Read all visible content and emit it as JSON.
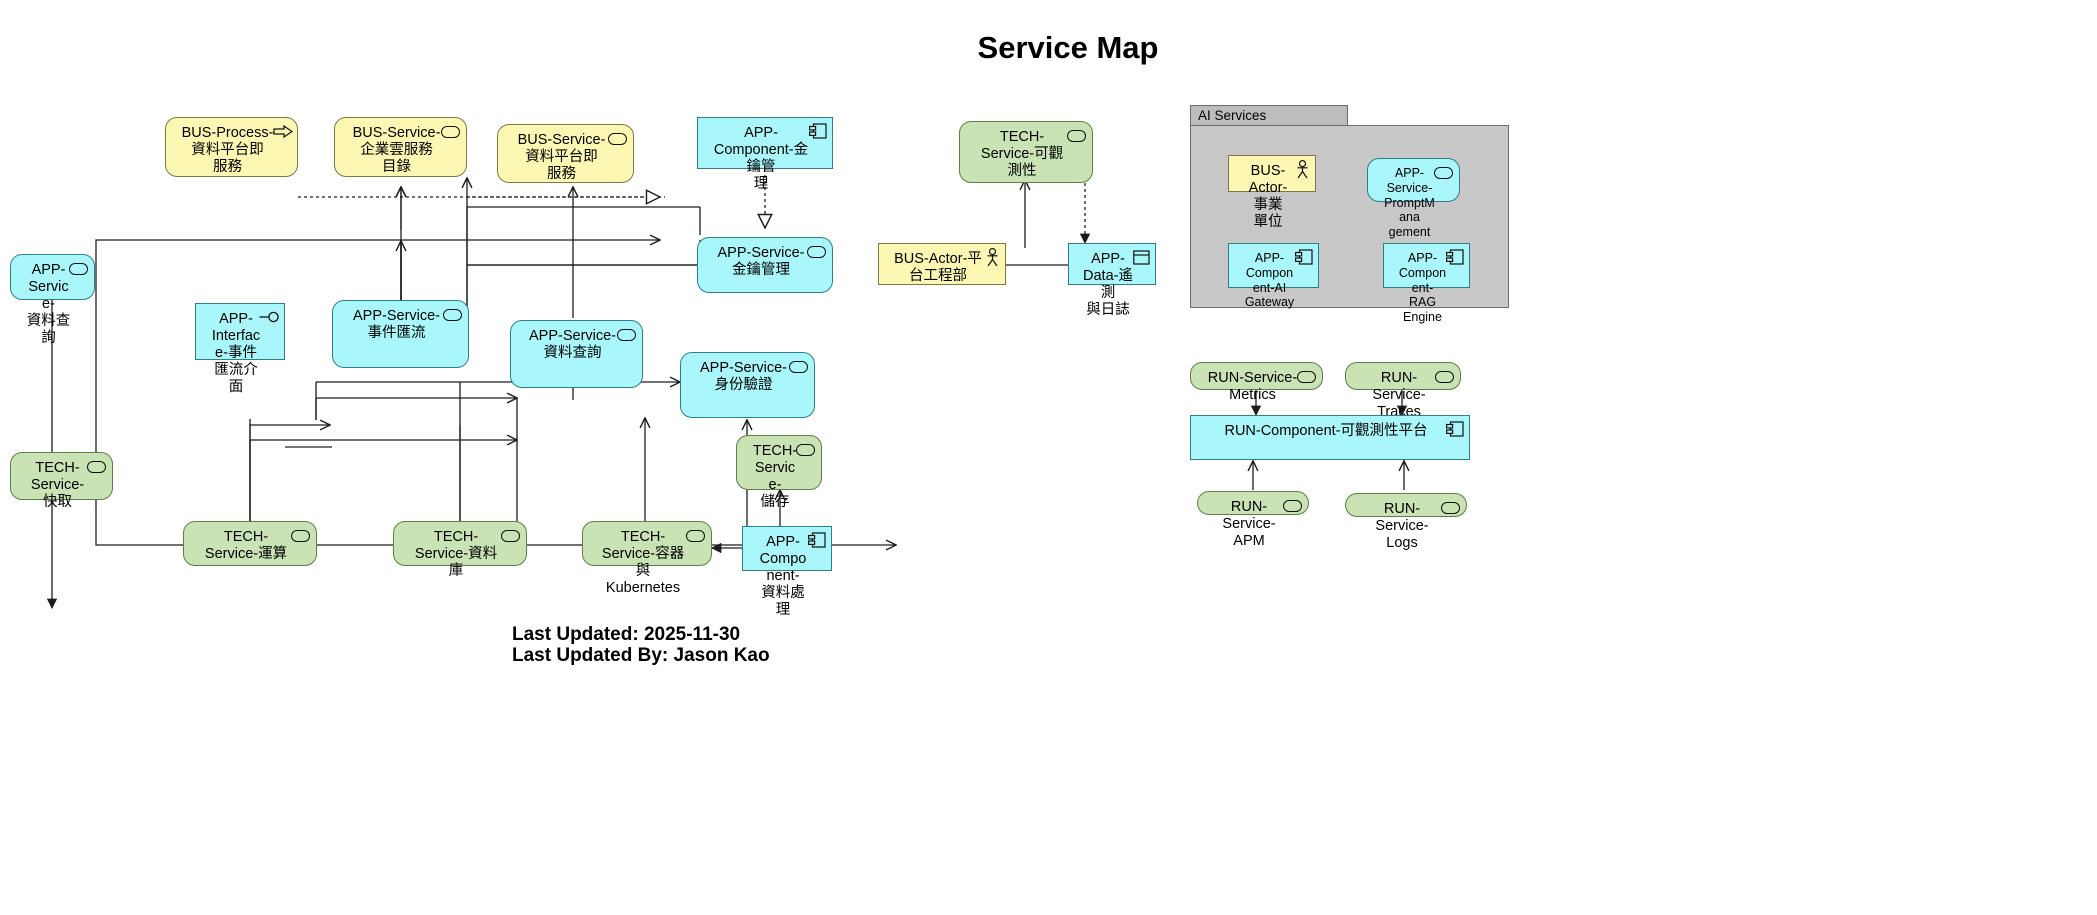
{
  "page": {
    "title": "Service Map",
    "footer": [
      "Last Updated: 2025-11-30",
      "Last Updated By: Jason Kao"
    ]
  },
  "colors": {
    "business_layer": "#fcf8b4",
    "application_layer": "#aaf7fb",
    "technology_layer": "#c9e3b4",
    "grouping": "#c8c8c8",
    "stroke": "#2b2b2b"
  },
  "groups": [
    {
      "id": "grp-ai",
      "label": "AI Services"
    }
  ],
  "nodes": [
    {
      "id": "n-bus-process-dpaas",
      "label": "BUS-Process-資料平台即\n服務",
      "layer": "business",
      "shape": "rounded",
      "glyph": "process-icon"
    },
    {
      "id": "n-bus-svc-catalog",
      "label": "BUS-Service-企業雲服務\n目錄",
      "layer": "business",
      "shape": "rounded",
      "glyph": "service-icon"
    },
    {
      "id": "n-bus-svc-dpaas",
      "label": "BUS-Service-資料平台即\n服務",
      "layer": "business",
      "shape": "rounded",
      "glyph": "service-icon"
    },
    {
      "id": "n-app-svc-dataquery-l",
      "label": "APP-Service-\n資料查詢",
      "layer": "application",
      "shape": "rounded",
      "glyph": "service-icon"
    },
    {
      "id": "n-app-iface-event",
      "label": "APP-\nInterface-事件\n匯流介面",
      "layer": "application",
      "shape": "sharp",
      "glyph": "interface-icon"
    },
    {
      "id": "n-app-svc-eventbus",
      "label": "APP-Service-事件匯流",
      "layer": "application",
      "shape": "rounded",
      "glyph": "service-icon"
    },
    {
      "id": "n-app-svc-dataquery",
      "label": "APP-Service-資料查詢",
      "layer": "application",
      "shape": "rounded",
      "glyph": "service-icon"
    },
    {
      "id": "n-app-comp-key",
      "label": "APP-Component-金鑰管\n理",
      "layer": "application",
      "shape": "sharp",
      "glyph": "component-icon"
    },
    {
      "id": "n-app-svc-key",
      "label": "APP-Service-金鑰管理",
      "layer": "application",
      "shape": "rounded",
      "glyph": "service-icon"
    },
    {
      "id": "n-app-svc-authn",
      "label": "APP-Service-身份驗證",
      "layer": "application",
      "shape": "rounded",
      "glyph": "service-icon"
    },
    {
      "id": "n-tech-svc-cache",
      "label": "TECH-Service-快取",
      "layer": "technology",
      "shape": "rounded",
      "glyph": "service-icon"
    },
    {
      "id": "n-tech-svc-compute",
      "label": "TECH-Service-運算",
      "layer": "technology",
      "shape": "rounded",
      "glyph": "service-icon"
    },
    {
      "id": "n-tech-svc-db",
      "label": "TECH-Service-資料庫",
      "layer": "technology",
      "shape": "rounded",
      "glyph": "service-icon"
    },
    {
      "id": "n-tech-svc-k8s",
      "label": "TECH-Service-容器與\nKubernetes",
      "layer": "technology",
      "shape": "rounded",
      "glyph": "service-icon"
    },
    {
      "id": "n-tech-svc-storage",
      "label": "TECH-Service-\n儲存",
      "layer": "technology",
      "shape": "rounded",
      "glyph": "service-icon"
    },
    {
      "id": "n-app-comp-dataproc",
      "label": "APP-\nComponent-\n資料處理",
      "layer": "application",
      "shape": "sharp",
      "glyph": "component-icon"
    },
    {
      "id": "n-tech-svc-observ",
      "label": "TECH-Service-可觀測性",
      "layer": "technology",
      "shape": "rounded",
      "glyph": "service-icon"
    },
    {
      "id": "n-bus-actor-platform",
      "label": "BUS-Actor-平台工程部",
      "layer": "business",
      "shape": "sharp",
      "glyph": "actor-icon"
    },
    {
      "id": "n-app-data-telemetry",
      "label": "APP-Data-遙測\n與日誌",
      "layer": "application",
      "shape": "sharp",
      "glyph": "data-icon"
    },
    {
      "id": "n-bus-actor-bu",
      "label": "BUS-Actor-事業\n單位",
      "layer": "business",
      "shape": "sharp",
      "glyph": "actor-icon"
    },
    {
      "id": "n-app-svc-prompt",
      "label": "APP-Service-\nPromptMana\ngement",
      "layer": "application",
      "shape": "rounded",
      "glyph": "service-icon"
    },
    {
      "id": "n-app-comp-aigw",
      "label": "APP-\nComponent-AI\nGateway",
      "layer": "application",
      "shape": "sharp",
      "glyph": "component-icon"
    },
    {
      "id": "n-app-comp-rag",
      "label": "APP-\nComponent-\nRAG Engine",
      "layer": "application",
      "shape": "sharp",
      "glyph": "component-icon"
    },
    {
      "id": "n-run-svc-metrics",
      "label": "RUN-Service-Metrics",
      "layer": "technology",
      "shape": "rounded",
      "glyph": "service-icon"
    },
    {
      "id": "n-run-svc-traces",
      "label": "RUN-Service-Traces",
      "layer": "technology",
      "shape": "rounded",
      "glyph": "service-icon"
    },
    {
      "id": "n-run-comp-obsplat",
      "label": "RUN-Component-可觀測性平台",
      "layer": "application",
      "shape": "sharp",
      "glyph": "component-icon"
    },
    {
      "id": "n-run-svc-apm",
      "label": "RUN-Service-APM",
      "layer": "technology",
      "shape": "rounded",
      "glyph": "service-icon"
    },
    {
      "id": "n-run-svc-logs",
      "label": "RUN-Service-Logs",
      "layer": "technology",
      "shape": "rounded",
      "glyph": "service-icon"
    }
  ]
}
